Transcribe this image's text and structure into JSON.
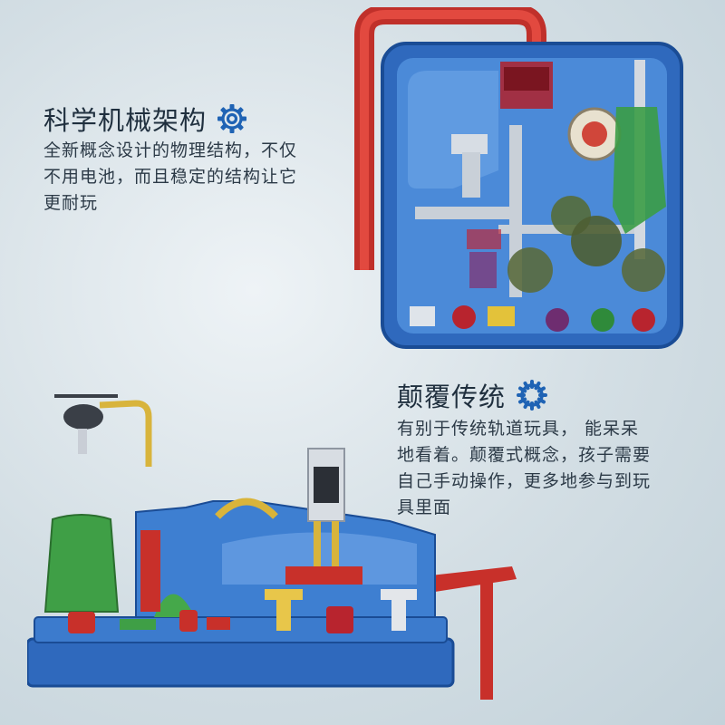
{
  "section_top": {
    "title": "科学机械架构",
    "title_icon": "gear-icon",
    "body_lines": [
      "全新概念设计的物理结构，不仅",
      "不用电池，而且稳定的结构让它",
      "更耐玩"
    ]
  },
  "section_middle": {
    "title": "颠覆传统",
    "title_icon": "ring-icon",
    "body_lines": [
      "有别于传统轨道玩具，  能呆呆",
      "地看着。颠覆式概念，孩子需要",
      "自己手动操作，更多地参与到玩",
      "具里面"
    ]
  },
  "colors": {
    "background": "#d3dee4",
    "heading_text": "#1f2f3e",
    "icon_blue": "#1f63b4",
    "toy_blue": "#3a78c9",
    "track_red": "#d9322c",
    "accent_yellow": "#e6c64a",
    "accent_green": "#4aa647"
  }
}
